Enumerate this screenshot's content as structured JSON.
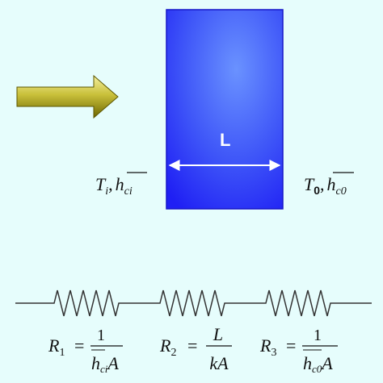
{
  "diagram": {
    "wall_label": "L",
    "left_condition": {
      "T": "T",
      "T_sub": "i",
      "sep": ",",
      "h": "h",
      "h_sub": "ci"
    },
    "right_condition": {
      "T": "T",
      "T_sub": "0",
      "sep": ",",
      "h": "h",
      "h_sub": "c0"
    },
    "resistances": [
      {
        "lhs": "R",
        "lhs_sub": "1",
        "eq": "=",
        "num": "1",
        "den_h": "h",
        "den_sub": "ci",
        "den_rest": "A"
      },
      {
        "lhs": "R",
        "lhs_sub": "2",
        "eq": "=",
        "num": "L",
        "den": "kA"
      },
      {
        "lhs": "R",
        "lhs_sub": "3",
        "eq": "=",
        "num": "1",
        "den_h": "h",
        "den_sub": "c0",
        "den_rest": "A"
      }
    ]
  },
  "colors": {
    "background": "#e6fdfc",
    "wall_center": "#5b82ff",
    "wall_edge": "#1f1ff4",
    "arrow_light": "#f4f0a0",
    "arrow_dark": "#7a7400",
    "text": "#111111"
  }
}
